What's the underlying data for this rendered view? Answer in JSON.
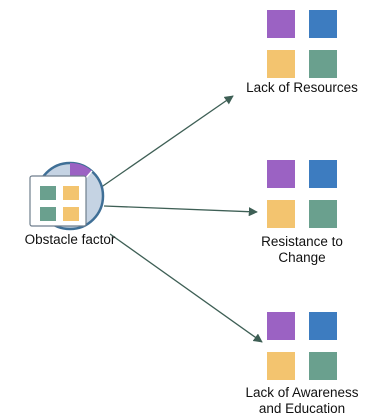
{
  "diagram": {
    "source": {
      "label": "Obstacle factor",
      "icon": "obstacle-factor-icon"
    },
    "targets": [
      {
        "label_lines": [
          "Lack of Resources"
        ]
      },
      {
        "label_lines": [
          "Resistance to",
          "Change"
        ]
      },
      {
        "label_lines": [
          "Lack of Awareness",
          "and Education"
        ]
      }
    ],
    "target_icon": "four-square-grid-icon"
  },
  "colors": {
    "purple": "#9b62c3",
    "blue": "#3d7cc0",
    "yellow": "#f3c46f",
    "green": "#6aa08e",
    "icon_circle_fill": "#c5d3e3",
    "icon_circle_stroke": "#3f6f96",
    "icon_pie": "#9b62c3",
    "arrow": "#3e5f55"
  }
}
